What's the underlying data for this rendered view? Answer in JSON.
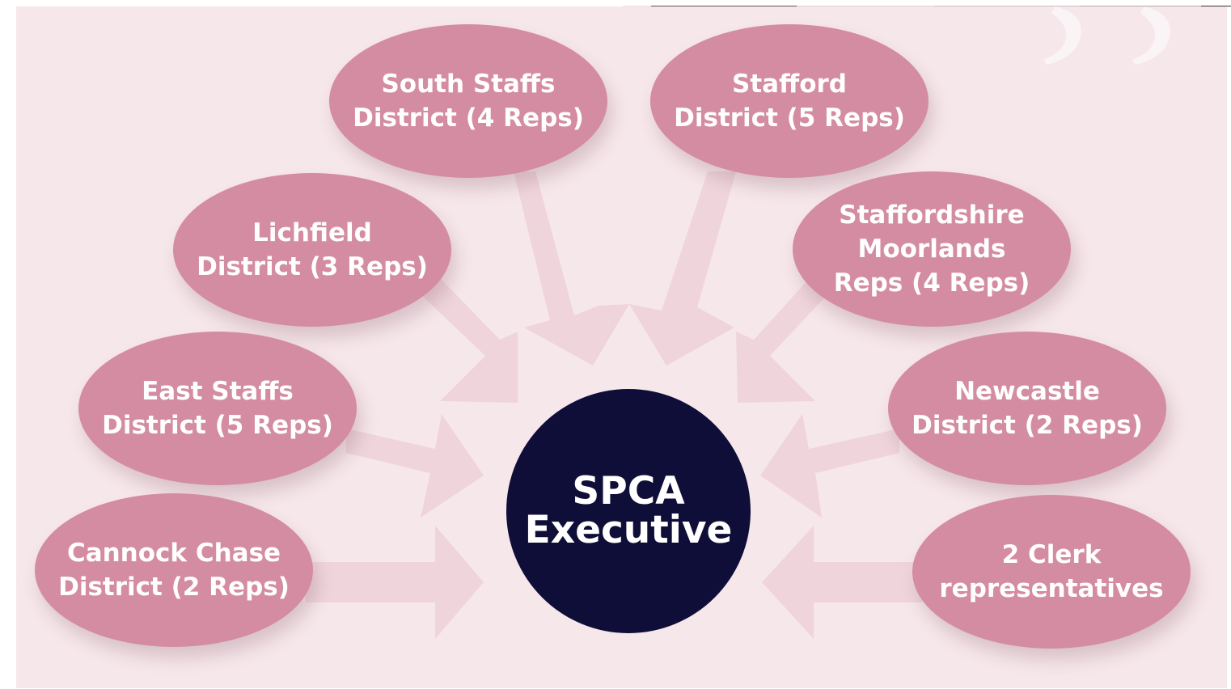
{
  "diagram": {
    "center": {
      "label": "SPCA\nExecutive",
      "color": "#0f0e38"
    },
    "node_color": "#d48ca2",
    "arrow_color": "#efd5db",
    "background_color": "#f6e7ea",
    "nodes": [
      {
        "id": "south-staffs",
        "label": "South Staffs\nDistrict (4 Reps)"
      },
      {
        "id": "stafford",
        "label": "Stafford\nDistrict (5 Reps)"
      },
      {
        "id": "lichfield",
        "label": "Lichfield\nDistrict (3 Reps)"
      },
      {
        "id": "staffordshire-moorlands",
        "label": "Staffordshire\nMoorlands\nReps (4 Reps)"
      },
      {
        "id": "east-staffs",
        "label": "East Staffs\nDistrict (5 Reps)"
      },
      {
        "id": "newcastle",
        "label": "Newcastle\nDistrict (2 Reps)"
      },
      {
        "id": "cannock-chase",
        "label": "Cannock Chase\nDistrict (2 Reps)"
      },
      {
        "id": "clerk-representatives",
        "label": "2 Clerk\nrepresentatives"
      }
    ]
  }
}
